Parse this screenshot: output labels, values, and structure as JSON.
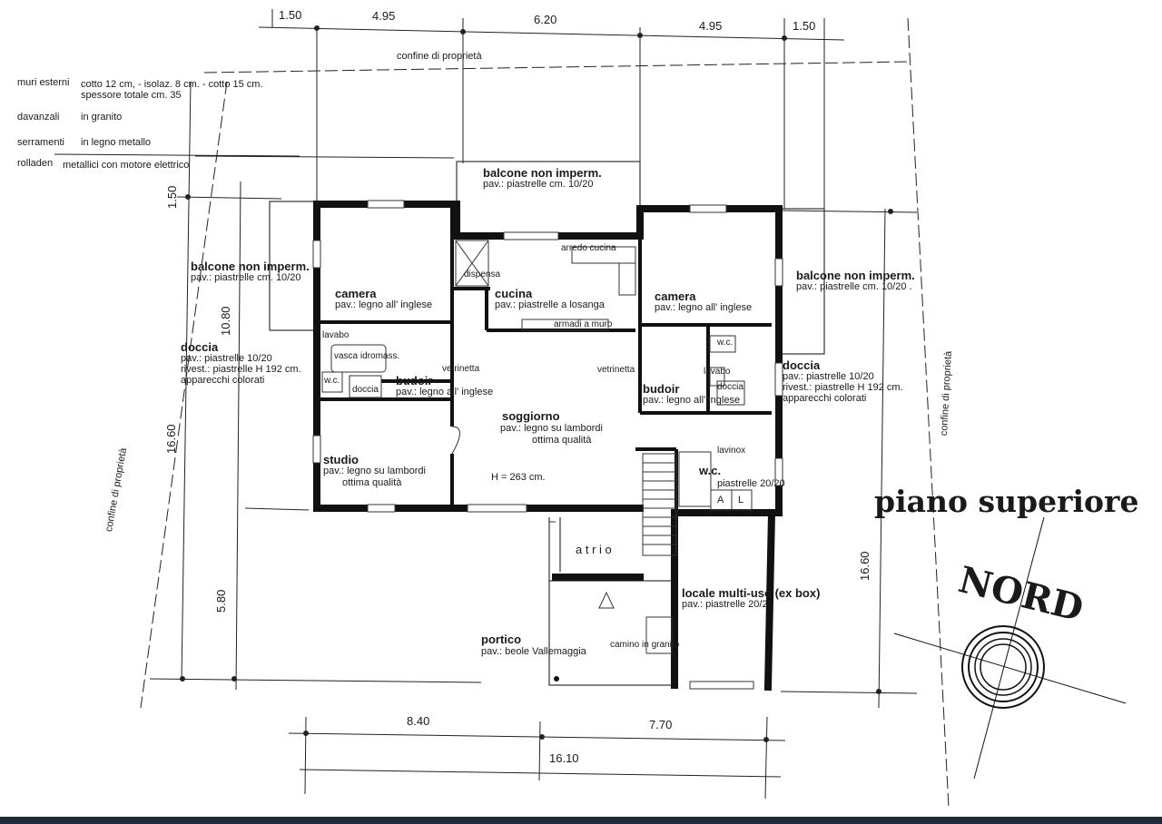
{
  "sheet": {
    "title": "piano superiore",
    "north_label": "NORD",
    "property_line": "confine di proprietà"
  },
  "legend": [
    {
      "key": "muri esterni",
      "value": "cotto 12 cm, - isolaz. 8 cm. - cotto 15 cm.",
      "value2": "spessore totale cm. 35"
    },
    {
      "key": "davanzali",
      "value": "in granito"
    },
    {
      "key": "serramenti",
      "value": "in legno metallo"
    },
    {
      "key": "rolladen",
      "value": "metallici con motore elettrico"
    }
  ],
  "dimensions": {
    "top": [
      "1.50",
      "4.95",
      "6.20",
      "4.95",
      "1.50"
    ],
    "left": [
      "1.50",
      "10.80",
      "16.60",
      "5.80"
    ],
    "right": "16.60",
    "bottom": [
      "8.40",
      "7.70",
      "16.10"
    ]
  },
  "rooms": {
    "balcone_top": {
      "name": "balcone non imperm.",
      "floor": "pav.: piastrelle cm. 10/20"
    },
    "balcone_left": {
      "name": "balcone non imperm.",
      "floor": "pav.: piastrelle cm. 10/20"
    },
    "balcone_right": {
      "name": "balcone non imperm.",
      "floor": "pav.: piastrelle cm. 10/20 ."
    },
    "camera_left": {
      "name": "camera",
      "floor": "pav.: legno all' inglese"
    },
    "camera_right": {
      "name": "camera",
      "floor": "pav.: legno all' inglese"
    },
    "cucina": {
      "name": "cucina",
      "floor": "pav.: piastrelle a losanga"
    },
    "dispensa": "dispensa",
    "arredo_cucina": "arredo cucina",
    "armadi_a_muro": "armadi a muro",
    "doccia_left": {
      "name": "doccia",
      "floor": "pav.: piastrelle 10/20",
      "walls": "rivest.: piastrelle H 192 cm.",
      "fixtures": "apparecchi colorati"
    },
    "doccia_right": {
      "name": "doccia",
      "floor": "pav.: piastrelle 10/20",
      "walls": "rivest.: piastrelle H 192 cm.",
      "fixtures": "apparecchi colorati"
    },
    "lavabo": "lavabo",
    "vasca": "vasca idromass.",
    "wc": "w.c.",
    "doccia_small": "doccia",
    "budoir_left": {
      "name": "budoir",
      "floor": "pav.: legno all' inglese"
    },
    "budoir_right": {
      "name": "budoir",
      "floor": "pav.: legno all' inglese"
    },
    "vetrinetta": "vetrinetta",
    "soggiorno": {
      "name": "soggiorno",
      "floor": "pav.: legno su lambordi",
      "quality": "ottima qualità",
      "height": "H = 263 cm."
    },
    "studio": {
      "name": "studio",
      "floor": "pav.: legno su lambordi",
      "quality": "ottima qualità"
    },
    "wc_right": {
      "name": "w.c.",
      "floor": "piastrelle 20/20"
    },
    "lavinox": "lavinox",
    "a_label": "A",
    "l_label": "L",
    "atrio": "a t r i o",
    "locale": {
      "name": "locale multi-uso (ex box)",
      "floor": "pav.: piastrelle 20/20"
    },
    "portico": {
      "name": "portico",
      "floor": "pav.: beole Vallemaggia"
    },
    "camino": "camino in granito"
  }
}
